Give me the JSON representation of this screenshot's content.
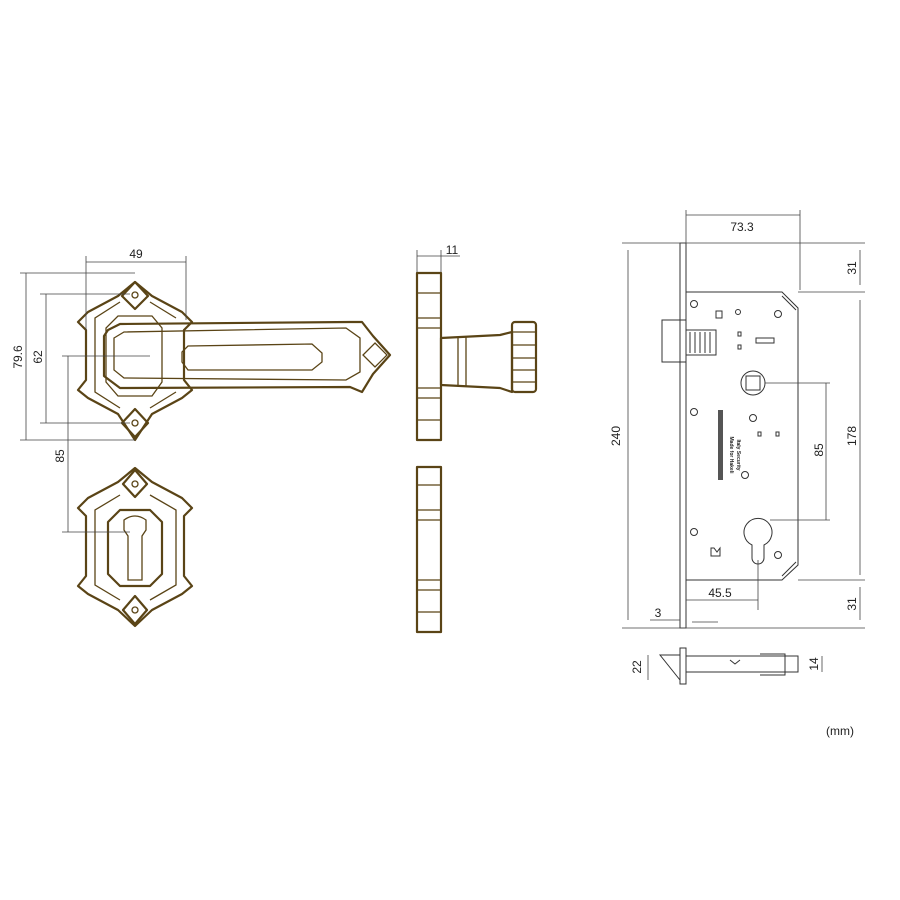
{
  "colors": {
    "drawing_stroke": "#5a4416",
    "dimension_line": "#444444"
  },
  "handle": {
    "dims": {
      "width": "49",
      "total_height": "79.6",
      "screw_spacing": "62",
      "center_distance": "85"
    }
  },
  "side_view": {
    "dims": {
      "plate_thickness": "11"
    }
  },
  "lock": {
    "dims": {
      "body_depth": "73.3",
      "top_offset": "31",
      "bottom_offset": "31",
      "total_height": "240",
      "body_height": "178",
      "center_distance": "85",
      "backset": "45.5",
      "faceplate": "3",
      "bolt_height": "22",
      "body_width": "14"
    },
    "label_lines": [
      "Made for Hakeli",
      "Italy Security"
    ]
  },
  "unit_note": "(mm)"
}
